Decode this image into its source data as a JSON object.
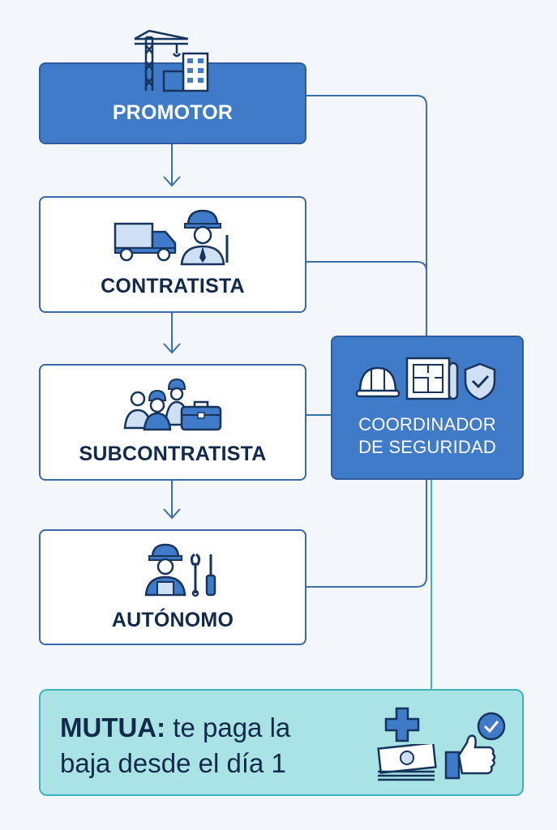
{
  "nodes": {
    "promotor": {
      "label": "PROMOTOR"
    },
    "contratista": {
      "label": "CONTRATISTA"
    },
    "subcontratista": {
      "label": "SUBCONTRATISTA"
    },
    "autonomo": {
      "label": "AUTÓNOMO"
    },
    "coordinador": {
      "line1": "COORDINADOR",
      "line2": "DE SEGURIDAD"
    }
  },
  "mutua": {
    "bold": "MUTUA:",
    "line1_rest": " te paga la",
    "line2": "baja desde el día 1"
  },
  "colors": {
    "node_border": "#3a68a8",
    "filled_node": "#3f7bc8",
    "mutua_fill": "#a9e3e6",
    "mutua_border": "#3fb3ba",
    "text_dark": "#12294a"
  },
  "icons": [
    "crane-building-icon",
    "truck-icon",
    "worker-icon",
    "team-icon",
    "toolbox-icon",
    "wrench-screwdriver-icon",
    "helmet-icon",
    "blueprint-icon",
    "shield-check-icon",
    "medical-cross-icon",
    "money-icon",
    "thumbs-up-icon"
  ]
}
